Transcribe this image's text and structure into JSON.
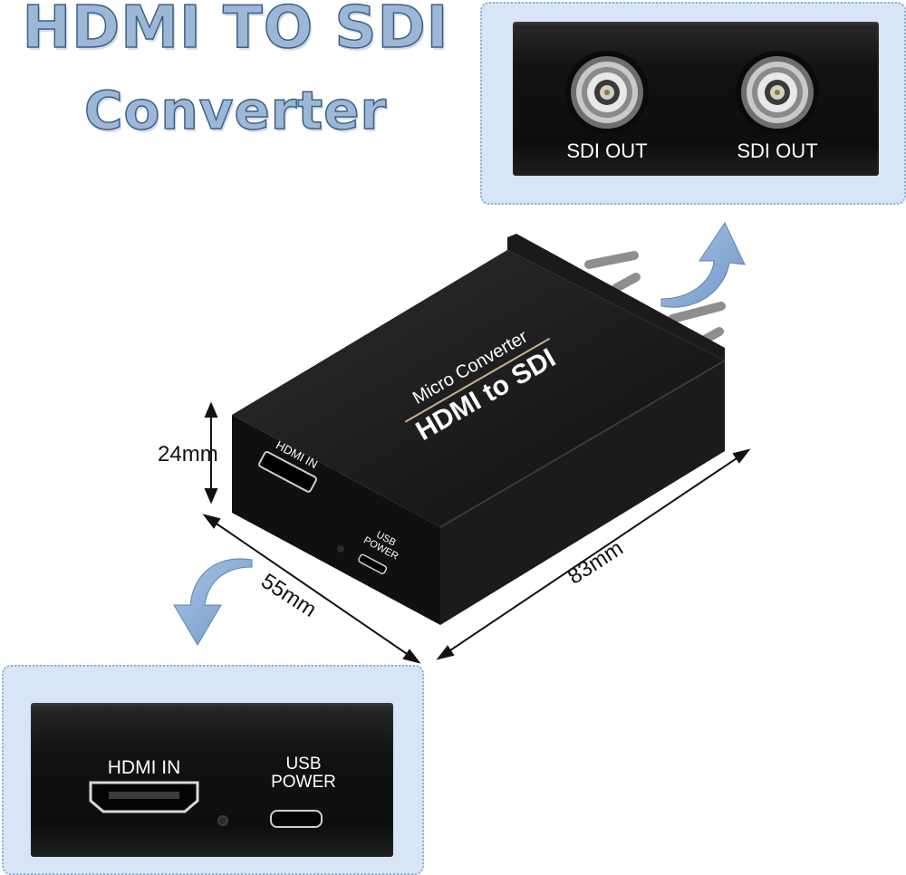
{
  "title": {
    "line1": "HDMI TO SDI",
    "line2": "Converter"
  },
  "top_panel": {
    "port_left": "SDI  OUT",
    "port_right": "SDI  OUT"
  },
  "device": {
    "label_small": "Micro Converter",
    "label_big": "HDMI to SDI",
    "port_hdmi": "HDMI IN",
    "port_usb_line1": "USB",
    "port_usb_line2": "POWER"
  },
  "dimensions": {
    "height": "24mm",
    "width": "55mm",
    "length": "83mm"
  },
  "bottom_panel": {
    "hdmi_label": "HDMI IN",
    "usb_line1": "USB",
    "usb_line2": "POWER"
  },
  "colors": {
    "title_fill": "#9db8d6",
    "title_stroke": "#3d5f86",
    "panel_bg": "#d7e5f6",
    "arrow": "#7ea4cf",
    "device": "#141414"
  }
}
